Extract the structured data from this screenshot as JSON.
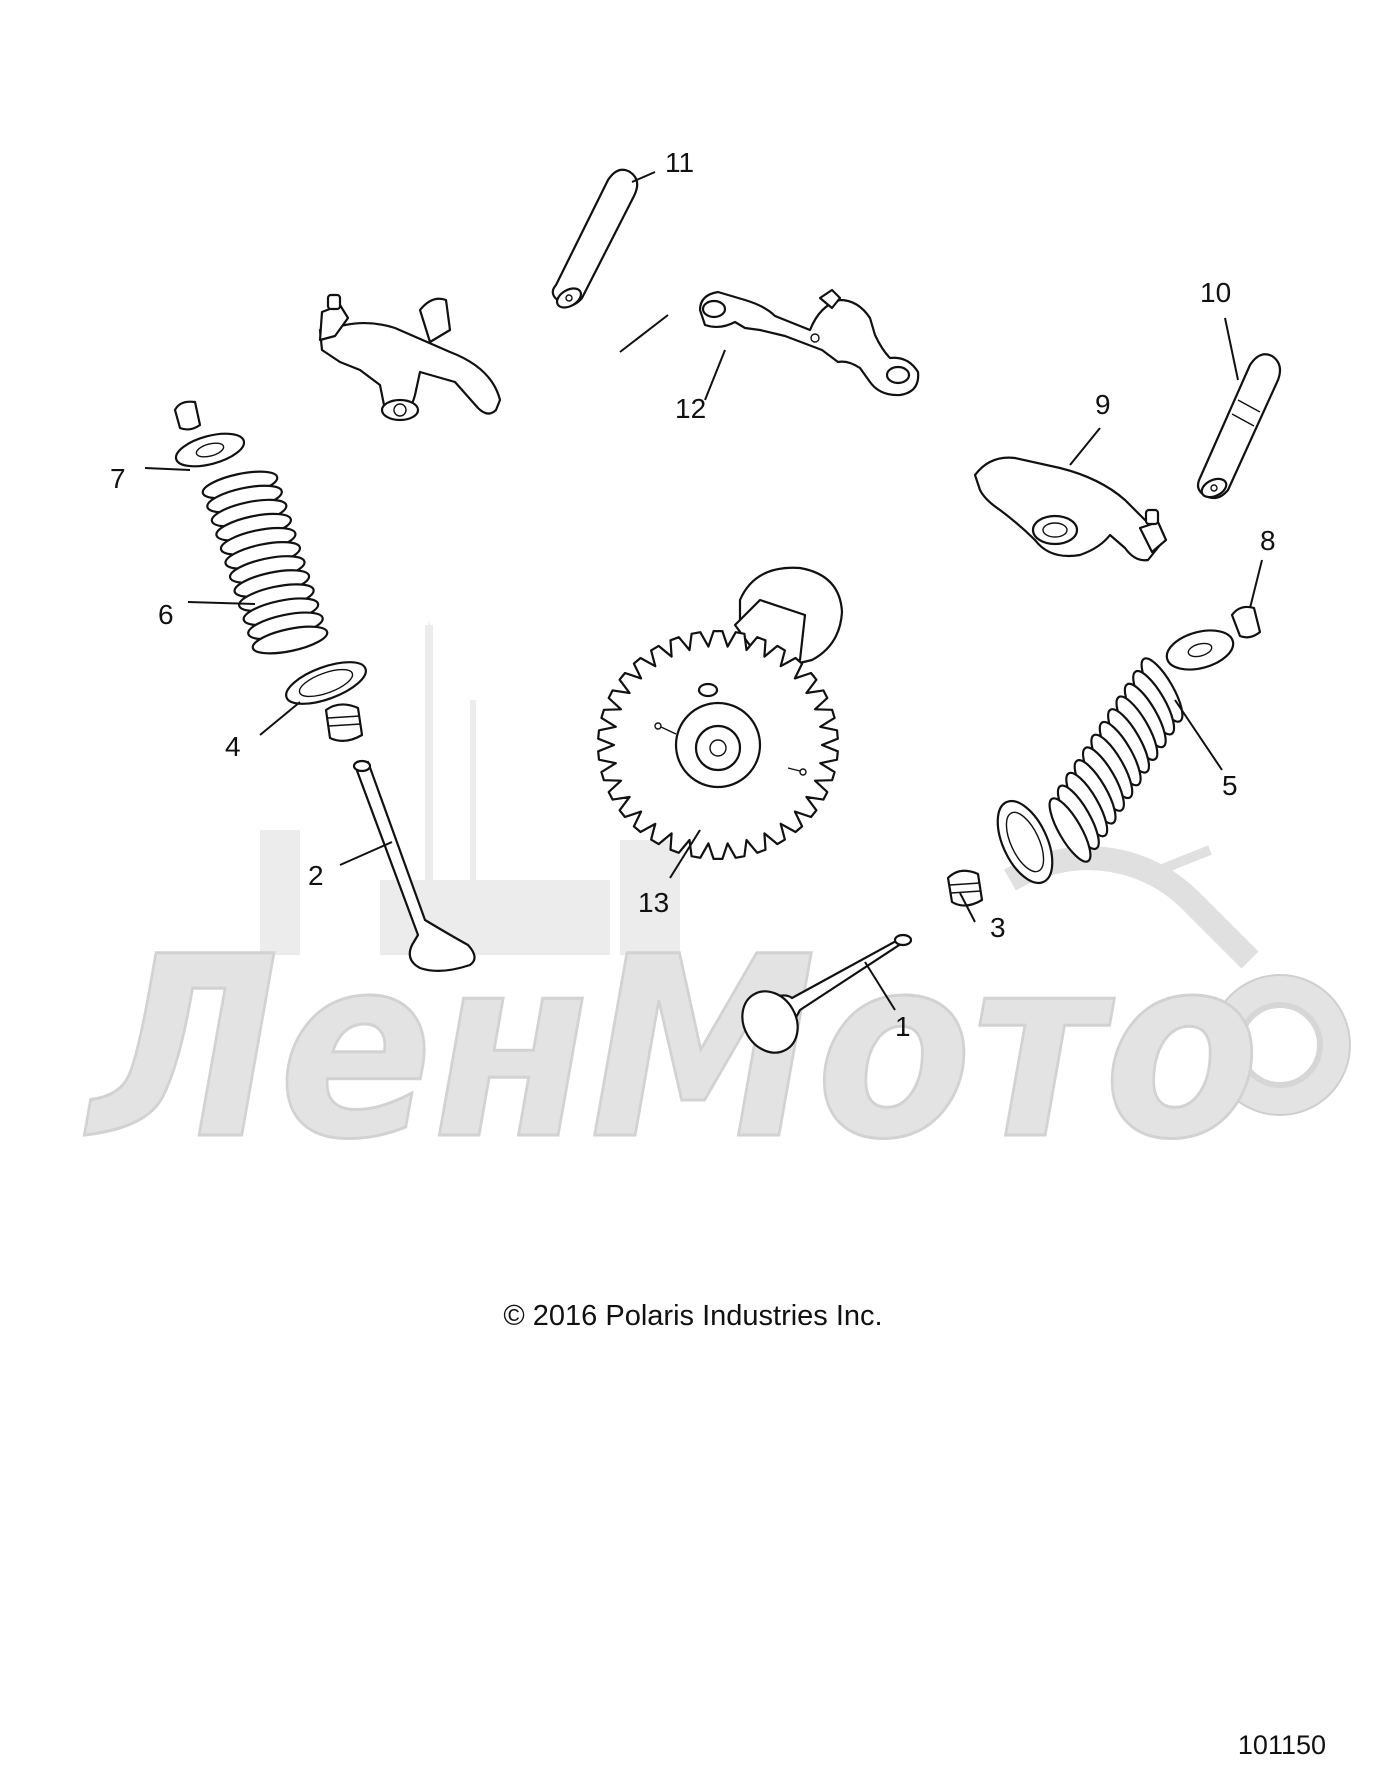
{
  "callouts": {
    "c1": "1",
    "c2": "2",
    "c3": "3",
    "c4": "4",
    "c5": "5",
    "c6": "6",
    "c7": "7",
    "c8": "8",
    "c9": "9",
    "c10": "10",
    "c11": "11",
    "c12": "12",
    "c13": "13"
  },
  "watermark": {
    "text": "ЛенМото"
  },
  "copyright": "© 2016 Polaris Industries Inc.",
  "figure_number": "101150"
}
